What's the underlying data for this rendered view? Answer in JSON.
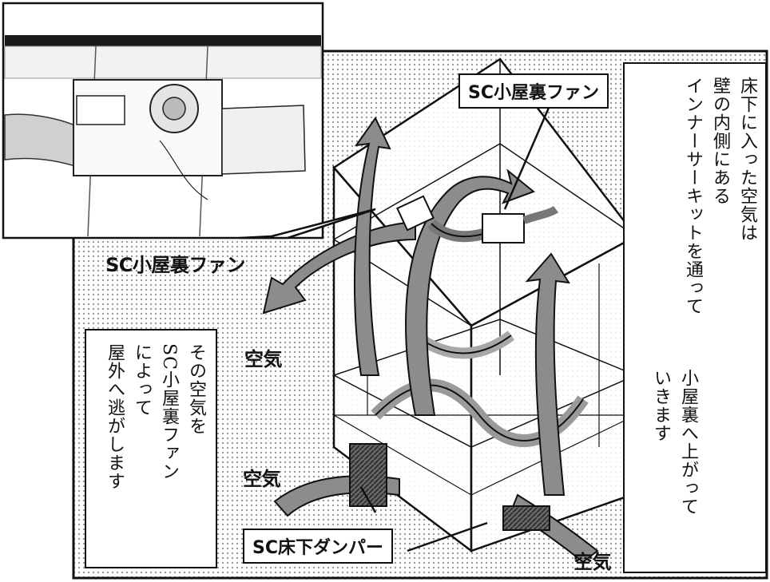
{
  "labels": {
    "fan_callout": "SC小屋裏ファン",
    "photo_caption": "SC小屋裏ファン",
    "damper_callout": "SC床下ダンパー",
    "air_left_top": "空気",
    "air_left_bottom": "空気",
    "air_bottom_right": "空気"
  },
  "text_right": [
    "床下に入った空気は",
    "壁の内側にある",
    "インナーサーキットを通って"
  ],
  "text_right_lower": [
    "小屋裏へ上がって",
    "いきます"
  ],
  "text_left": [
    "その空気を",
    "SC小屋裏ファン",
    "によって",
    "屋外へ逃がします"
  ],
  "colors": {
    "screentone": "#bdbdbd",
    "arrow_fill": "#8c8c8c",
    "ink": "#111111"
  }
}
